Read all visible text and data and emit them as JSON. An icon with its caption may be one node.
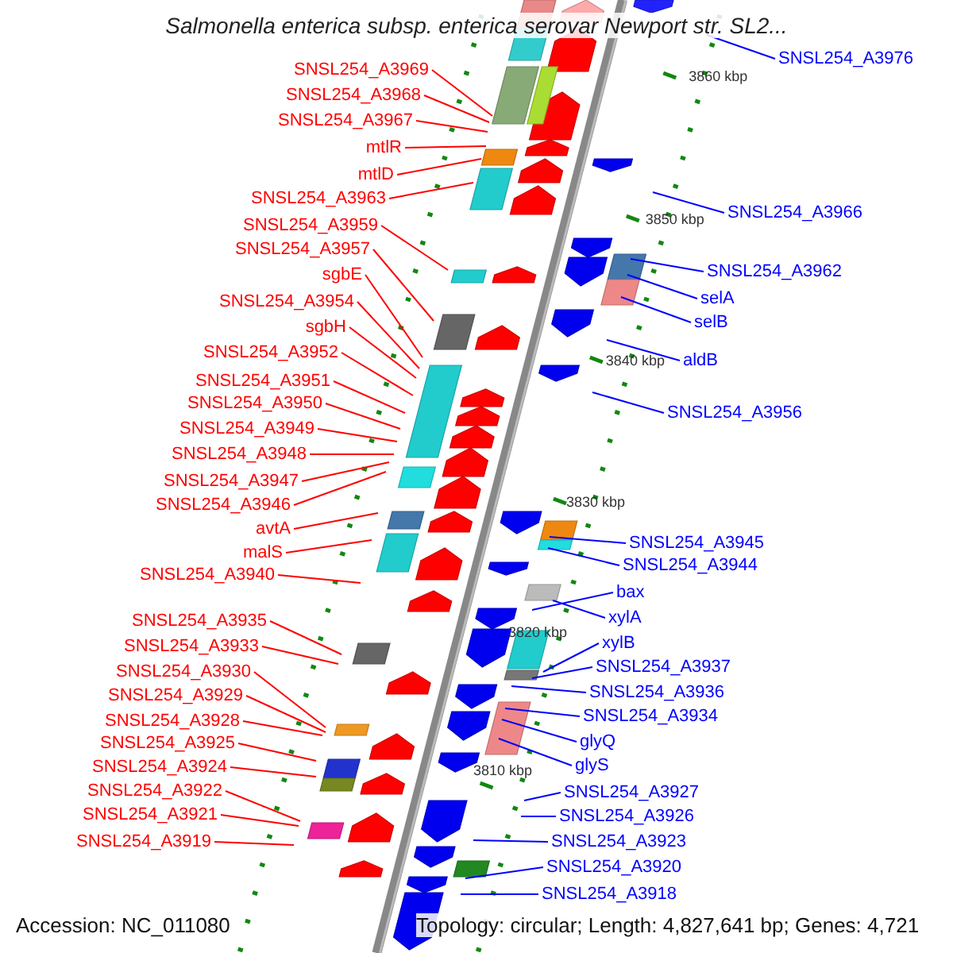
{
  "diagram": {
    "title": "Salmonella enterica subsp. enterica serovar Newport str. SL2...",
    "nodes": [
      {
        "text": [
          "SNSL254_A3969"
        ]
      },
      {
        "text": [
          "SNSL254_A3968"
        ]
      },
      {
        "text": [
          "SNSL254_A3967"
        ]
      },
      {
        "text": [
          "mtlR"
        ]
      },
      {
        "text": [
          "mtlD"
        ]
      },
      {
        "text": [
          "SNSL254_A3963"
        ]
      },
      {
        "text": [
          "SNSL254_A3959"
        ]
      },
      {
        "text": [
          "SNSL254_A3957"
        ]
      },
      {
        "text": [
          "sgbE"
        ]
      },
      {
        "text": [
          "SNSL254_A3954"
        ]
      },
      {
        "text": [
          "sgbH"
        ]
      },
      {
        "text": [
          "SNSL254_A3952"
        ]
      },
      {
        "text": [
          "SNSL254_A3951"
        ]
      },
      {
        "text": [
          "SNSL254_A3950"
        ]
      },
      {
        "text": [
          "SNSL254_A3949"
        ]
      },
      {
        "text": [
          "SNSL254_A3948"
        ]
      },
      {
        "text": [
          "SNSL254_A3947"
        ]
      },
      {
        "text": [
          "SNSL254_A3946"
        ]
      },
      {
        "text": [
          "avtA"
        ]
      },
      {
        "text": [
          "malS"
        ]
      },
      {
        "text": [
          "SNSL254_A3940"
        ]
      },
      {
        "text": [
          "SNSL254_A3935"
        ]
      },
      {
        "text": [
          "SNSL254_A3933"
        ]
      },
      {
        "text": [
          "SNSL254_A3930"
        ]
      },
      {
        "text": [
          "SNSL254_A3929"
        ]
      },
      {
        "text": [
          "SNSL254_A3928"
        ]
      },
      {
        "text": [
          "SNSL254_A3925"
        ]
      },
      {
        "text": [
          "SNSL254_A3924"
        ]
      },
      {
        "text": [
          "SNSL254_A3922"
        ]
      },
      {
        "text": [
          "SNSL254_A3921"
        ]
      },
      {
        "text": [
          "SNSL254_A3919"
        ]
      },
      {
        "text": [
          "SNSL254_A3976"
        ]
      },
      {
        "text": [
          "SNSL254_A3966"
        ]
      },
      {
        "text": [
          "SNSL254_A3962"
        ]
      },
      {
        "text": [
          "selA"
        ]
      },
      {
        "text": [
          "selB"
        ]
      },
      {
        "text": [
          "aldB"
        ]
      },
      {
        "text": [
          "SNSL254_A3956"
        ]
      },
      {
        "text": [
          "SNSL254_A3945"
        ]
      },
      {
        "text": [
          "SNSL254_A3944"
        ]
      },
      {
        "text": [
          "bax"
        ]
      },
      {
        "text": [
          "xylA"
        ]
      },
      {
        "text": [
          "xylB"
        ]
      },
      {
        "text": [
          "SNSL254_A3937"
        ]
      },
      {
        "text": [
          "SNSL254_A3936"
        ]
      },
      {
        "text": [
          "SNSL254_A3934"
        ]
      },
      {
        "text": [
          "glyQ"
        ]
      },
      {
        "text": [
          "glyS"
        ]
      },
      {
        "text": [
          "SNSL254_A3927"
        ]
      },
      {
        "text": [
          "SNSL254_A3926"
        ]
      },
      {
        "text": [
          "SNSL254_A3923"
        ]
      },
      {
        "text": [
          "SNSL254_A3920"
        ]
      },
      {
        "text": [
          "SNSL254_A3918"
        ]
      }
    ],
    "edges": [
      {
        "from": 0,
        "to": null,
        "arrow": "none"
      },
      {
        "from": 1,
        "to": null,
        "arrow": "none"
      },
      {
        "from": 2,
        "to": null,
        "arrow": "none"
      },
      {
        "from": 3,
        "to": null,
        "arrow": "none"
      },
      {
        "from": 4,
        "to": null,
        "arrow": "none"
      },
      {
        "from": 5,
        "to": null,
        "arrow": "none"
      },
      {
        "from": 6,
        "to": null,
        "arrow": "none"
      },
      {
        "from": 7,
        "to": null,
        "arrow": "none"
      },
      {
        "from": 8,
        "to": null,
        "arrow": "none"
      },
      {
        "from": 9,
        "to": null,
        "arrow": "none"
      },
      {
        "from": 10,
        "to": null,
        "arrow": "none"
      },
      {
        "from": 11,
        "to": null,
        "arrow": "none"
      },
      {
        "from": 12,
        "to": null,
        "arrow": "none"
      },
      {
        "from": 13,
        "to": null,
        "arrow": "none"
      },
      {
        "from": 14,
        "to": null,
        "arrow": "none"
      },
      {
        "from": 15,
        "to": null,
        "arrow": "none"
      },
      {
        "from": 16,
        "to": null,
        "arrow": "none"
      },
      {
        "from": 17,
        "to": null,
        "arrow": "none"
      },
      {
        "from": 18,
        "to": null,
        "arrow": "none"
      },
      {
        "from": 19,
        "to": null,
        "arrow": "none"
      },
      {
        "from": 20,
        "to": null,
        "arrow": "none"
      },
      {
        "from": 21,
        "to": null,
        "arrow": "none"
      },
      {
        "from": 22,
        "to": null,
        "arrow": "none"
      },
      {
        "from": 23,
        "to": null,
        "arrow": "none"
      },
      {
        "from": 24,
        "to": null,
        "arrow": "none"
      },
      {
        "from": 25,
        "to": null,
        "arrow": "none"
      },
      {
        "from": 26,
        "to": null,
        "arrow": "none"
      },
      {
        "from": 27,
        "to": null,
        "arrow": "none"
      },
      {
        "from": 28,
        "to": null,
        "arrow": "none"
      },
      {
        "from": 29,
        "to": null,
        "arrow": "none"
      },
      {
        "from": 30,
        "to": null,
        "arrow": "none"
      },
      {
        "from": 31,
        "to": null,
        "arrow": "none",
        "color": "#0000ff"
      },
      {
        "from": 32,
        "to": null,
        "arrow": "none",
        "color": "#0000ff"
      },
      {
        "from": 33,
        "to": null,
        "arrow": "none",
        "color": "#0000ff"
      },
      {
        "from": 34,
        "to": null,
        "arrow": "none",
        "color": "#0000ff"
      },
      {
        "from": 35,
        "to": null,
        "arrow": "none",
        "color": "#0000ff"
      },
      {
        "from": 36,
        "to": null,
        "arrow": "none",
        "color": "#0000ff"
      },
      {
        "from": 37,
        "to": null,
        "arrow": "none",
        "color": "#0000ff"
      },
      {
        "from": 38,
        "to": null,
        "arrow": "none",
        "color": "#0000ff"
      },
      {
        "from": 39,
        "to": null,
        "arrow": "none",
        "color": "#0000ff"
      },
      {
        "from": 40,
        "to": null,
        "arrow": "none",
        "color": "#0000ff"
      },
      {
        "from": 41,
        "to": null,
        "arrow": "none",
        "color": "#0000ff"
      },
      {
        "from": 42,
        "to": null,
        "arrow": "none",
        "color": "#0000ff"
      },
      {
        "from": 43,
        "to": null,
        "arrow": "none",
        "color": "#0000ff"
      },
      {
        "from": 44,
        "to": null,
        "arrow": "none",
        "color": "#0000ff"
      },
      {
        "from": 45,
        "to": null,
        "arrow": "none",
        "color": "#0000ff"
      },
      {
        "from": 46,
        "to": null,
        "arrow": "none",
        "color": "#0000ff"
      },
      {
        "from": 47,
        "to": null,
        "arrow": "none",
        "color": "#0000ff"
      },
      {
        "from": 48,
        "to": null,
        "arrow": "none",
        "color": "#0000ff"
      },
      {
        "from": 49,
        "to": null,
        "arrow": "none",
        "color": "#0000ff"
      },
      {
        "from": 50,
        "to": null,
        "arrow": "none",
        "color": "#0000ff"
      },
      {
        "from": 51,
        "to": null,
        "arrow": "none",
        "color": "#0000ff"
      },
      {
        "from": 52,
        "to": null,
        "arrow": "none",
        "color": "#0000ff"
      }
    ],
    "labels": [
      "3860 kbp",
      "3850 kbp",
      "3840 kbp",
      "3830 kbp",
      "3820 kbp",
      "3810 kbp",
      "Accession: NC_011080",
      "Topology: circular; Length: 4,827,641 bp; Genes: 4,721"
    ]
  }
}
